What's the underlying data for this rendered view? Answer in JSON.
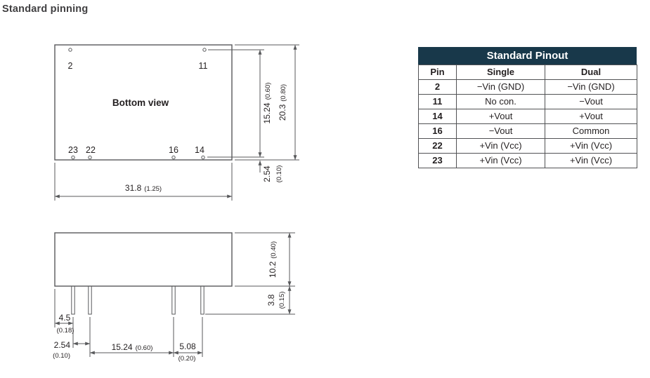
{
  "page": {
    "title": "Standard pinning"
  },
  "colors": {
    "table_header_bg": "#18384a",
    "drawing_line": "#58595b",
    "text": "#231f20"
  },
  "bottom_view": {
    "label": "Bottom view",
    "pin_labels": {
      "p2": "2",
      "p11": "11",
      "p23": "23",
      "p22": "22",
      "p16": "16",
      "p14": "14"
    },
    "dims": {
      "row_span_mm": "15.24",
      "row_span_in": "(0.60)",
      "height_mm": "20.3",
      "height_in": "(0.80)",
      "edge_offset_mm": "2.54",
      "edge_offset_in": "(0.10)",
      "width_mm": "31.8",
      "width_in": "(1.25)"
    }
  },
  "side_view": {
    "dims": {
      "body_height_mm": "10.2",
      "body_height_in": "(0.40)",
      "pin_length_mm": "3.8",
      "pin_length_in": "(0.15)",
      "edge_to_pin_mm": "4.5",
      "edge_to_pin_in": "(0.18)",
      "pin_pitch_mm": "2.54",
      "pin_pitch_in": "(0.10)",
      "pin_span_mm": "15.24",
      "pin_span_in": "(0.60)",
      "pin_gap_mm": "5.08",
      "pin_gap_in": "(0.20)"
    }
  },
  "pinout_table": {
    "title": "Standard Pinout",
    "columns": [
      "Pin",
      "Single",
      "Dual"
    ],
    "rows": [
      {
        "pin": "2",
        "single": "−Vin (GND)",
        "dual": "−Vin (GND)"
      },
      {
        "pin": "11",
        "single": "No con.",
        "dual": "−Vout"
      },
      {
        "pin": "14",
        "single": "+Vout",
        "dual": "+Vout"
      },
      {
        "pin": "16",
        "single": "−Vout",
        "dual": "Common"
      },
      {
        "pin": "22",
        "single": "+Vin (Vcc)",
        "dual": "+Vin (Vcc)"
      },
      {
        "pin": "23",
        "single": "+Vin (Vcc)",
        "dual": "+Vin (Vcc)"
      }
    ]
  }
}
